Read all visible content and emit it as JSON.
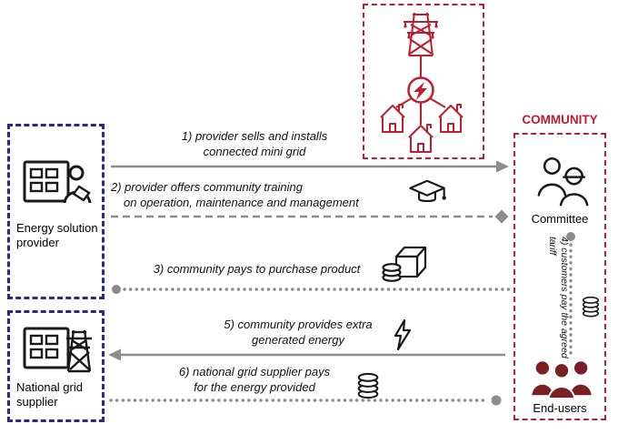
{
  "colors": {
    "blue": "#28288f",
    "red": "#be1e2d",
    "gray": "#8c8c8c",
    "dark_red": "#7a2025",
    "ink": "#1a1a1a"
  },
  "provider_box": {
    "label": "Energy solution provider"
  },
  "grid_box": {
    "label": "National grid supplier"
  },
  "community": {
    "title": "COMMUNITY",
    "committee": "Committee",
    "end_users": "End-users"
  },
  "flows": {
    "f1": {
      "style": "solid-arrow-right",
      "lines": [
        "1) provider sells and installs",
        "connected mini grid"
      ]
    },
    "f2": {
      "style": "dashed-diamond-right",
      "lines": [
        "2) provider offers community training",
        "on operation, maintenance and management"
      ]
    },
    "f3": {
      "style": "dotted-dot-left",
      "lines": [
        "3) community pays to purchase product"
      ]
    },
    "f4": {
      "style": "dotted-dot-top-vertical",
      "lines": [
        "4) customers pay the agreed tariff"
      ]
    },
    "f5": {
      "style": "solid-arrow-left",
      "lines": [
        "5) community provides extra",
        "generated energy"
      ]
    },
    "f6": {
      "style": "dotted-dot-right",
      "lines": [
        "6) national grid supplier pays",
        "for the energy provided"
      ]
    }
  },
  "icons": {
    "mini-grid-icon": "transmission tower, generator circle with lightning bolt, three houses",
    "provider-icon": "solar panel board with person holding clipboard",
    "grid-supplier-icon": "panel board with transmission tower",
    "committee-icon": "two people, one wearing hard hat",
    "end-users-icon": "three filled person silhouettes",
    "graduation-cap-icon": "mortarboard with tassel",
    "coins-box-icon": "coin stack beside cube box",
    "lightning-bolt-icon": "lightning bolt",
    "coins-icon": "stack of coins"
  }
}
